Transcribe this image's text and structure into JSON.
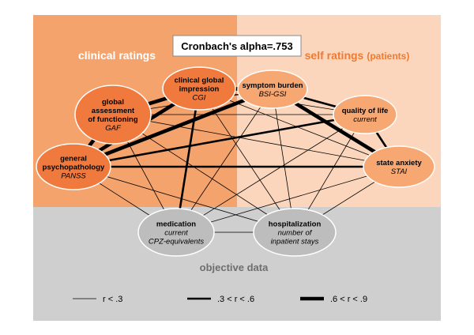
{
  "title": "Cronbach's alpha=.753",
  "regions": {
    "clinical_label": "clinical ratings",
    "self_label_main": "self ratings",
    "self_label_sub": "(patients)",
    "objective_label": "objective data"
  },
  "nodes": {
    "cgi": {
      "lines": [
        "clinical global",
        "impression"
      ],
      "sub": [
        "CGI"
      ]
    },
    "gaf": {
      "lines": [
        "global",
        "assessment",
        "of functioning"
      ],
      "sub": [
        "GAF"
      ]
    },
    "panss": {
      "lines": [
        "general",
        "psychopathology"
      ],
      "sub": [
        "PANSS"
      ]
    },
    "bsi": {
      "lines": [
        "symptom burden"
      ],
      "sub": [
        "BSI-GSI"
      ]
    },
    "qol": {
      "lines": [
        "quality of life"
      ],
      "sub": [
        "current"
      ]
    },
    "stai": {
      "lines": [
        "state anxiety"
      ],
      "sub": [
        "STAI"
      ]
    },
    "med": {
      "lines": [
        "medication"
      ],
      "sub": [
        "current",
        "CPZ-equivalents"
      ]
    },
    "hosp": {
      "lines": [
        "hospitalization"
      ],
      "sub": [
        "number of",
        "inpatient stays"
      ]
    }
  },
  "edges": [
    {
      "from": "gaf",
      "to": "cgi",
      "strength": "strong"
    },
    {
      "from": "gaf",
      "to": "panss",
      "strength": "strong"
    },
    {
      "from": "cgi",
      "to": "panss",
      "strength": "strong"
    },
    {
      "from": "cgi",
      "to": "bsi",
      "strength": "strong"
    },
    {
      "from": "bsi",
      "to": "panss",
      "strength": "strong"
    },
    {
      "from": "bsi",
      "to": "stai",
      "strength": "strong"
    },
    {
      "from": "bsi",
      "to": "qol",
      "strength": "moderate"
    },
    {
      "from": "qol",
      "to": "stai",
      "strength": "moderate"
    },
    {
      "from": "cgi",
      "to": "med",
      "strength": "moderate"
    },
    {
      "from": "panss",
      "to": "stai",
      "strength": "moderate"
    },
    {
      "from": "panss",
      "to": "qol",
      "strength": "moderate"
    },
    {
      "from": "gaf",
      "to": "bsi",
      "strength": "weak"
    },
    {
      "from": "gaf",
      "to": "qol",
      "strength": "weak"
    },
    {
      "from": "gaf",
      "to": "stai",
      "strength": "weak"
    },
    {
      "from": "gaf",
      "to": "hosp",
      "strength": "weak"
    },
    {
      "from": "cgi",
      "to": "qol",
      "strength": "weak"
    },
    {
      "from": "cgi",
      "to": "stai",
      "strength": "weak"
    },
    {
      "from": "cgi",
      "to": "hosp",
      "strength": "weak"
    },
    {
      "from": "panss",
      "to": "hosp",
      "strength": "weak"
    },
    {
      "from": "panss",
      "to": "med",
      "strength": "weak"
    },
    {
      "from": "bsi",
      "to": "med",
      "strength": "weak"
    },
    {
      "from": "bsi",
      "to": "hosp",
      "strength": "weak"
    },
    {
      "from": "qol",
      "to": "med",
      "strength": "weak"
    },
    {
      "from": "qol",
      "to": "hosp",
      "strength": "weak"
    },
    {
      "from": "stai",
      "to": "med",
      "strength": "weak"
    },
    {
      "from": "stai",
      "to": "hosp",
      "strength": "weak"
    },
    {
      "from": "med",
      "to": "hosp",
      "strength": "weak"
    },
    {
      "from": "gaf",
      "to": "med",
      "strength": "weak"
    }
  ],
  "legend": [
    {
      "label": "r < .3",
      "strength": "weak"
    },
    {
      "label": ".3 < r < .6",
      "strength": "moderate"
    },
    {
      "label": ".6 < r < .9",
      "strength": "strong"
    }
  ],
  "colors": {
    "clinical_bg": "#f5a36d",
    "self_bg": "#fbd6bd",
    "objective_bg": "#cfcfcf",
    "clinical_node": "#f07a3e",
    "self_node": "#f7a872",
    "objective_node": "#bdbdbd",
    "label_orange": "#f07a30",
    "label_gray": "#6e6e6e"
  }
}
